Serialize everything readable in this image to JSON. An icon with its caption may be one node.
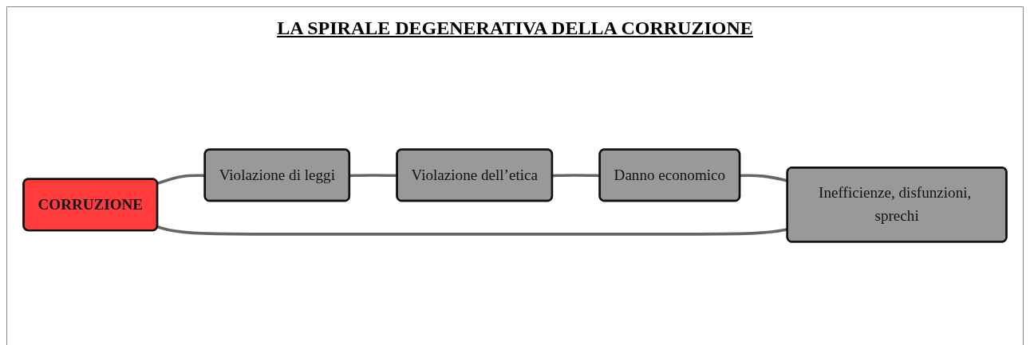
{
  "diagram": {
    "title": "LA SPIRALE DEGENERATIVA DELLA CORRUZIONE",
    "nodes": [
      {
        "text": [
          "CORRUZIONE"
        ]
      },
      {
        "text": [
          "Inefficienze, disfunzioni, sprechi"
        ]
      },
      {
        "text": [
          "Violazione di leggi"
        ]
      },
      {
        "text": [
          "Danno economico"
        ]
      },
      {
        "text": [
          "Violazione dell’etica"
        ]
      }
    ],
    "edges": [
      {
        "from": 0,
        "to": 2,
        "arrow": "none"
      },
      {
        "from": 2,
        "to": 4,
        "arrow": "none"
      },
      {
        "from": 4,
        "to": 3,
        "arrow": "none"
      },
      {
        "from": 3,
        "to": 1,
        "arrow": "none"
      },
      {
        "from": 1,
        "to": 0,
        "arrow": "none"
      }
    ]
  }
}
